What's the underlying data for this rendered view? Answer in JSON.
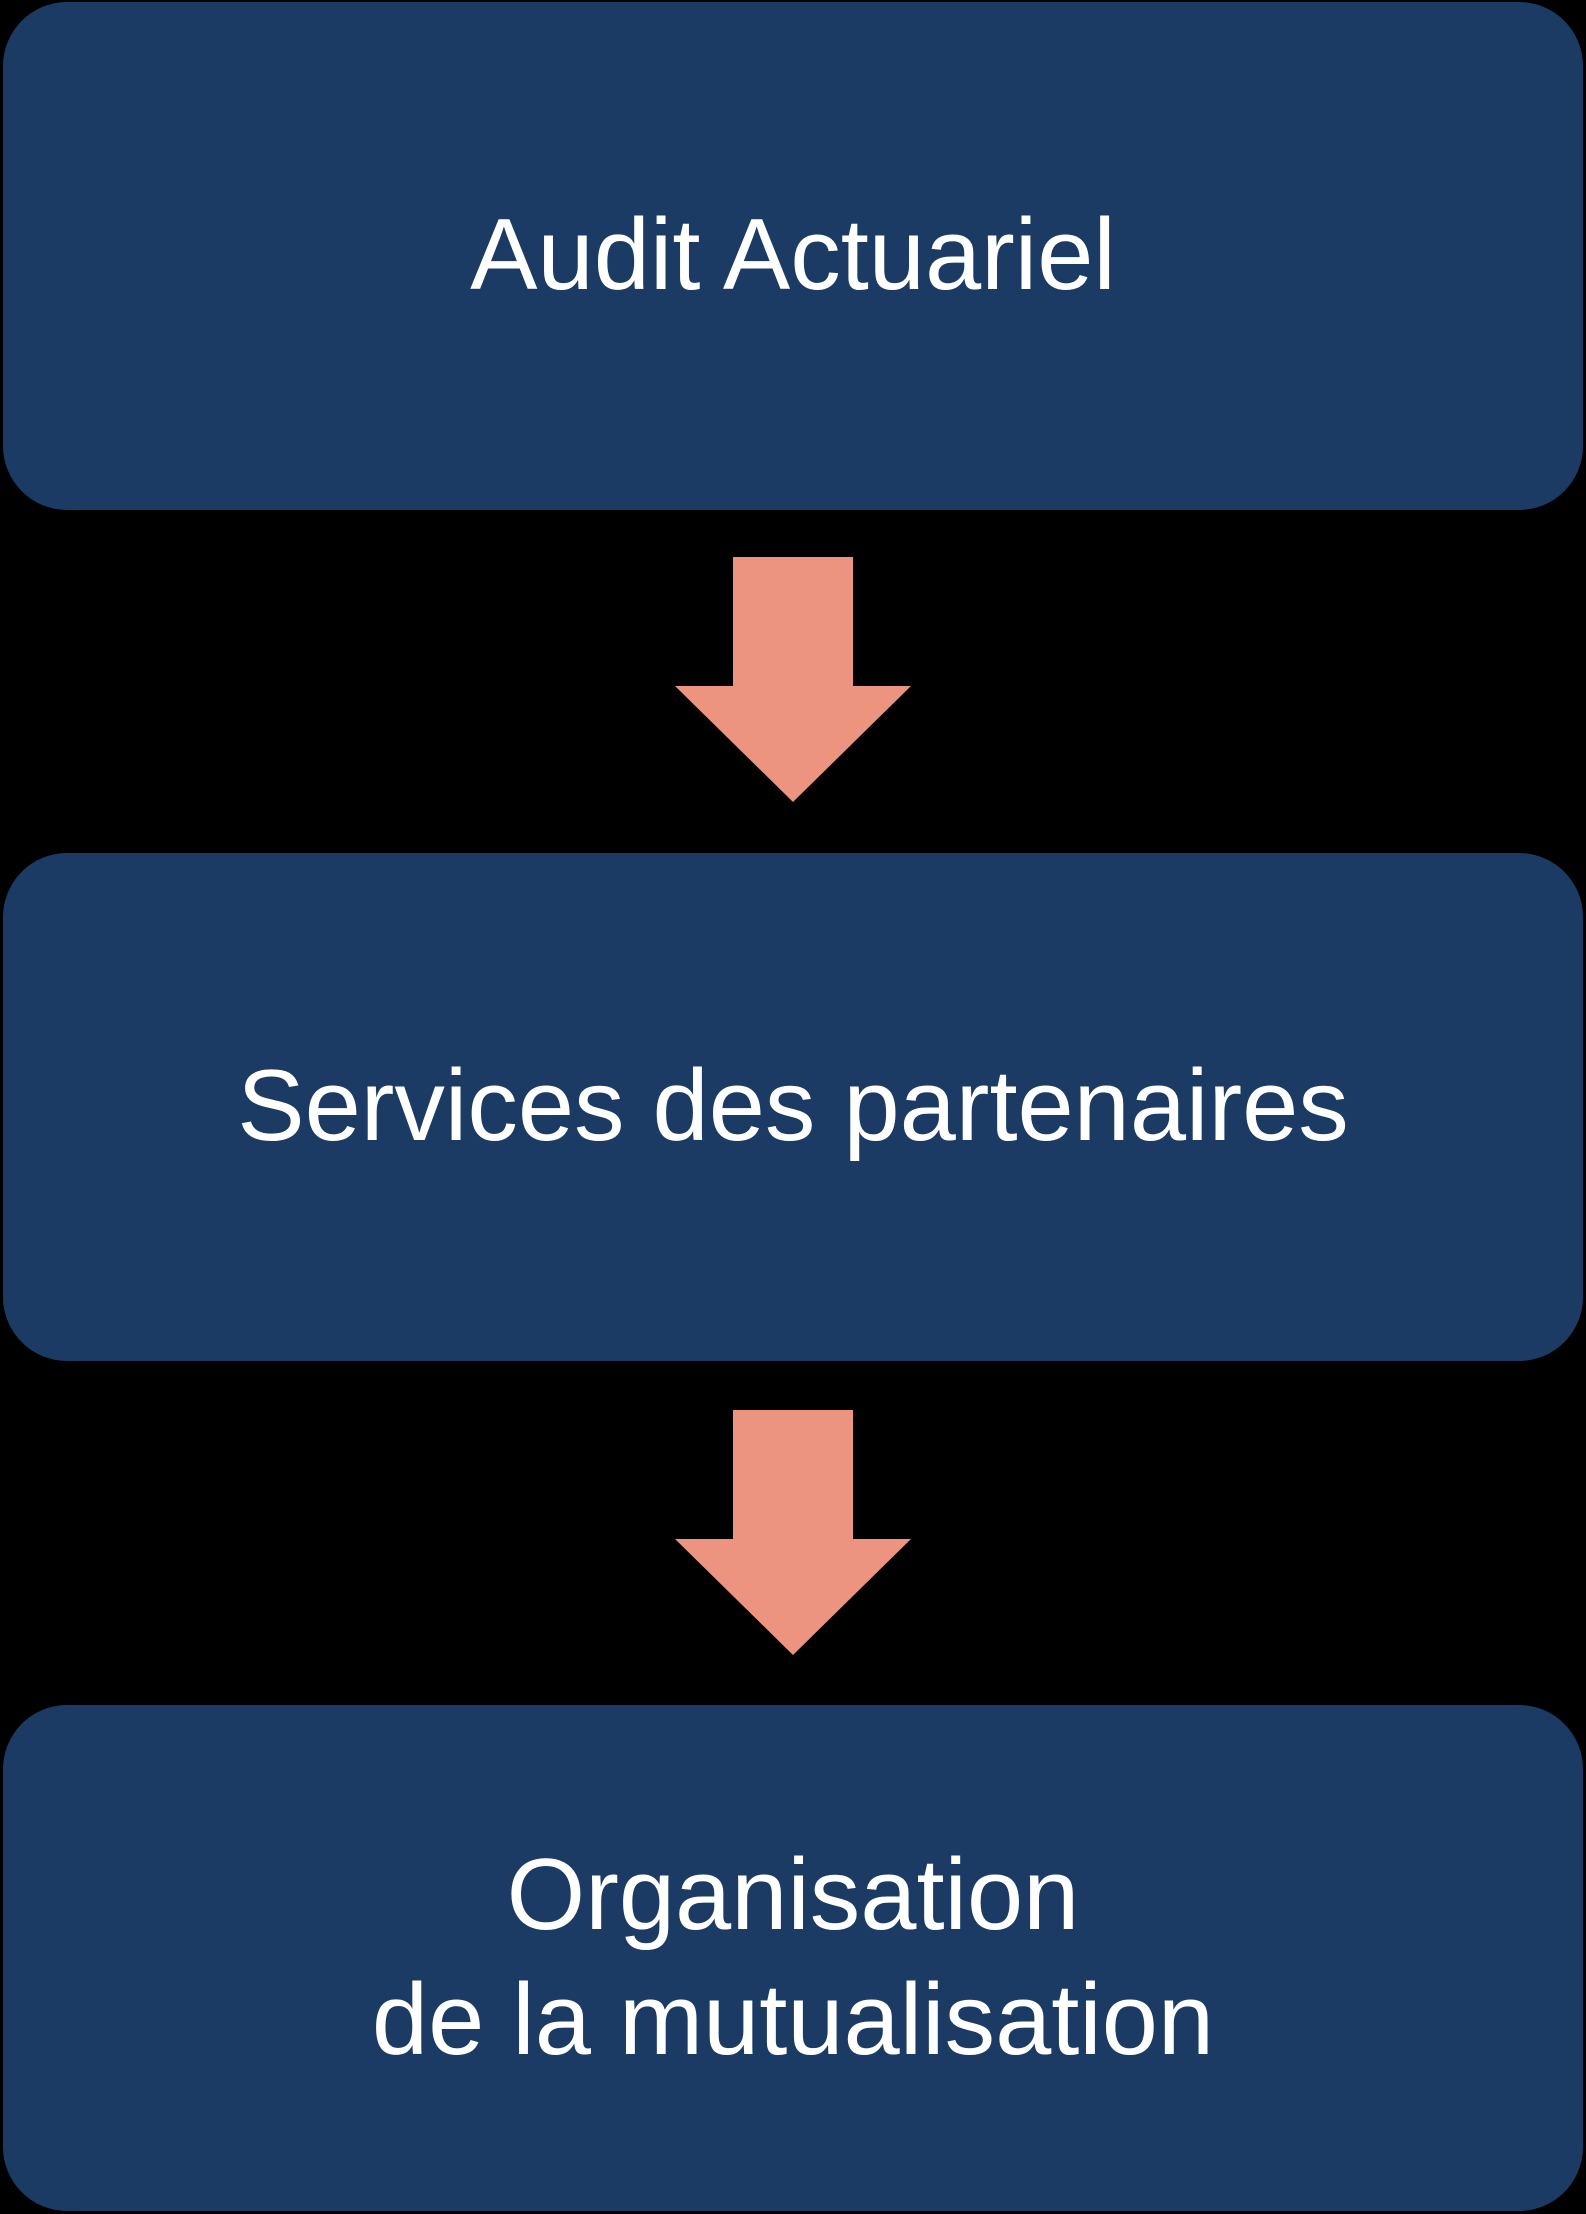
{
  "diagram": {
    "type": "flowchart",
    "direction": "top-down",
    "colors": {
      "background": "#000000",
      "node_fill": "#1B3B64",
      "arrow_fill": "#EC947F",
      "label_text": "#FFFFFF"
    },
    "nodes": [
      {
        "id": "audit-actuariel",
        "label": "Audit Actuariel"
      },
      {
        "id": "services-partenaires",
        "label": "Services des partenaires"
      },
      {
        "id": "organisation-mutualisation",
        "label": "Organisation\nde la mutualisation"
      }
    ],
    "connectors": [
      {
        "from": 0,
        "to": 1,
        "icon": "down-arrow"
      },
      {
        "from": 1,
        "to": 2,
        "icon": "down-arrow"
      }
    ]
  }
}
